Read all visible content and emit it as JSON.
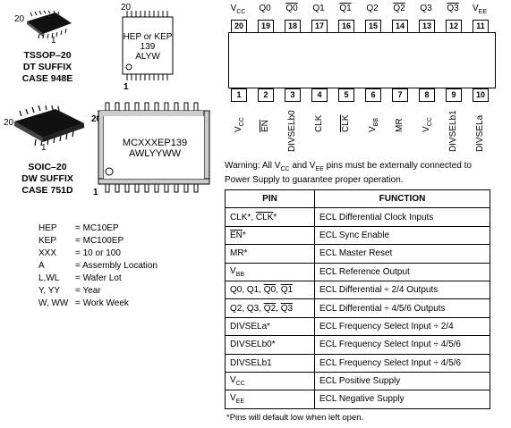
{
  "tssop": {
    "pin_high": "20",
    "pin_low": "1",
    "name": "TSSOP–20",
    "suffix": "DT SUFFIX",
    "case": "CASE 948E",
    "marking_pin_top": "20",
    "marking_pin_bottom": "1",
    "marking_line1": "HEP or KEP",
    "marking_line2": "139",
    "marking_line3": "ALYW"
  },
  "soic": {
    "pin_high": "20",
    "pin_low": "1",
    "name": "SOIC–20",
    "suffix": "DW SUFFIX",
    "case": "CASE 751D",
    "marking_pin_top": "20",
    "marking_pin_bottom": "1",
    "marking_line1": "MCXXXEP139",
    "marking_line2": "AWLYYWW"
  },
  "legend": [
    {
      "key": "HEP",
      "value": "= MC10EP"
    },
    {
      "key": "KEP",
      "value": "= MC100EP"
    },
    {
      "key": "XXX",
      "value": "= 10 or 100"
    },
    {
      "key": "A",
      "value": "= Assembly Location"
    },
    {
      "key": "L,WL",
      "value": "= Wafer Lot"
    },
    {
      "key": "Y, YY",
      "value": "=  Year"
    },
    {
      "key": "W, WW",
      "value": "= Work Week"
    }
  ],
  "pinout": {
    "top": [
      {
        "num": "20",
        "main": "V",
        "sub": "CC",
        "over": false
      },
      {
        "num": "19",
        "main": "Q0",
        "sub": "",
        "over": false
      },
      {
        "num": "18",
        "main": "Q0",
        "sub": "",
        "over": true
      },
      {
        "num": "17",
        "main": "Q1",
        "sub": "",
        "over": false
      },
      {
        "num": "16",
        "main": "Q1",
        "sub": "",
        "over": true
      },
      {
        "num": "15",
        "main": "Q2",
        "sub": "",
        "over": false
      },
      {
        "num": "14",
        "main": "Q2",
        "sub": "",
        "over": true
      },
      {
        "num": "13",
        "main": "Q3",
        "sub": "",
        "over": false
      },
      {
        "num": "12",
        "main": "Q3",
        "sub": "",
        "over": true
      },
      {
        "num": "11",
        "main": "V",
        "sub": "EE",
        "over": false
      }
    ],
    "bottom": [
      {
        "num": "1",
        "main": "V",
        "sub": "CC",
        "over": false
      },
      {
        "num": "2",
        "main": "EN",
        "sub": "",
        "over": true
      },
      {
        "num": "3",
        "main": "DIVSELb0",
        "sub": "",
        "over": false
      },
      {
        "num": "4",
        "main": "CLK",
        "sub": "",
        "over": false
      },
      {
        "num": "5",
        "main": "CLK",
        "sub": "",
        "over": true
      },
      {
        "num": "6",
        "main": "V",
        "sub": "BB",
        "over": false
      },
      {
        "num": "7",
        "main": "MR",
        "sub": "",
        "over": false
      },
      {
        "num": "8",
        "main": "V",
        "sub": "CC",
        "over": false
      },
      {
        "num": "9",
        "main": "DIVSELb1",
        "sub": "",
        "over": false
      },
      {
        "num": "10",
        "main": "DIVSELa",
        "sub": "",
        "over": false
      }
    ]
  },
  "warning": {
    "p1": "Warning: All V",
    "s1": "CC",
    "p2": " and V",
    "s2": "EE",
    "p3": " pins must be externally connected to",
    "line2": "Power Supply to guarantee proper operation."
  },
  "table": {
    "header_pin": "PIN",
    "header_function": "FUNCTION",
    "rows": [
      {
        "function": "ECL Differential Clock Inputs"
      },
      {
        "function": "ECL Sync Enable"
      },
      {
        "function": "ECL Master Reset"
      },
      {
        "function": "ECL Reference Output"
      },
      {
        "function": "ECL Differential ÷ 2/4 Outputs"
      },
      {
        "function": "ECL Differential ÷ 4/5/6 Outputs"
      },
      {
        "function": "ECL Frequency Select Input ÷ 2/4"
      },
      {
        "function": "ECL Frequency Select Input ÷ 4/5/6"
      },
      {
        "function": "ECL Frequency Select Input ÷ 4/5/6"
      },
      {
        "function": "ECL Positive Supply"
      },
      {
        "function": "ECL Negative Supply"
      }
    ],
    "pin_text": {
      "r0a": "CLK*, ",
      "r0b": "CLK",
      "r0c": "*",
      "r1a": "EN",
      "r1b": "*",
      "r2": "MR*",
      "r3a": "V",
      "r3b": "BB",
      "r4a": "Q0, Q1, ",
      "r4b": "Q0",
      "r4c": ", ",
      "r4d": "Q1",
      "r5a": "Q2, Q3, ",
      "r5b": "Q2",
      "r5c": ", ",
      "r5d": "Q3",
      "r6": "DIVSELa*",
      "r7": "DIVSELb0*",
      "r8": "DIVSELb1",
      "r9a": "V",
      "r9b": "CC",
      "r10a": "V",
      "r10b": "EE"
    }
  },
  "footnote": "*Pins will default low when left open."
}
